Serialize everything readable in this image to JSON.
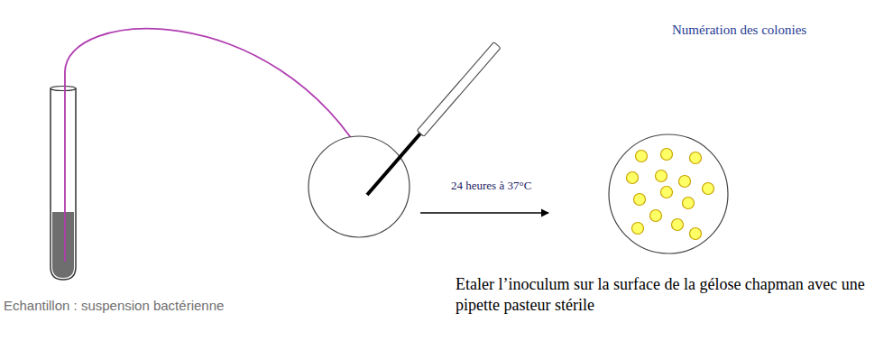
{
  "diagram": {
    "labels": [
      "Numération des colonies",
      "24 heures à 37°C",
      "Etaler l’inoculum sur la surface de la gélose chapman avec une pipette pasteur stérile",
      "Echantillon : suspension bactérienne"
    ]
  }
}
